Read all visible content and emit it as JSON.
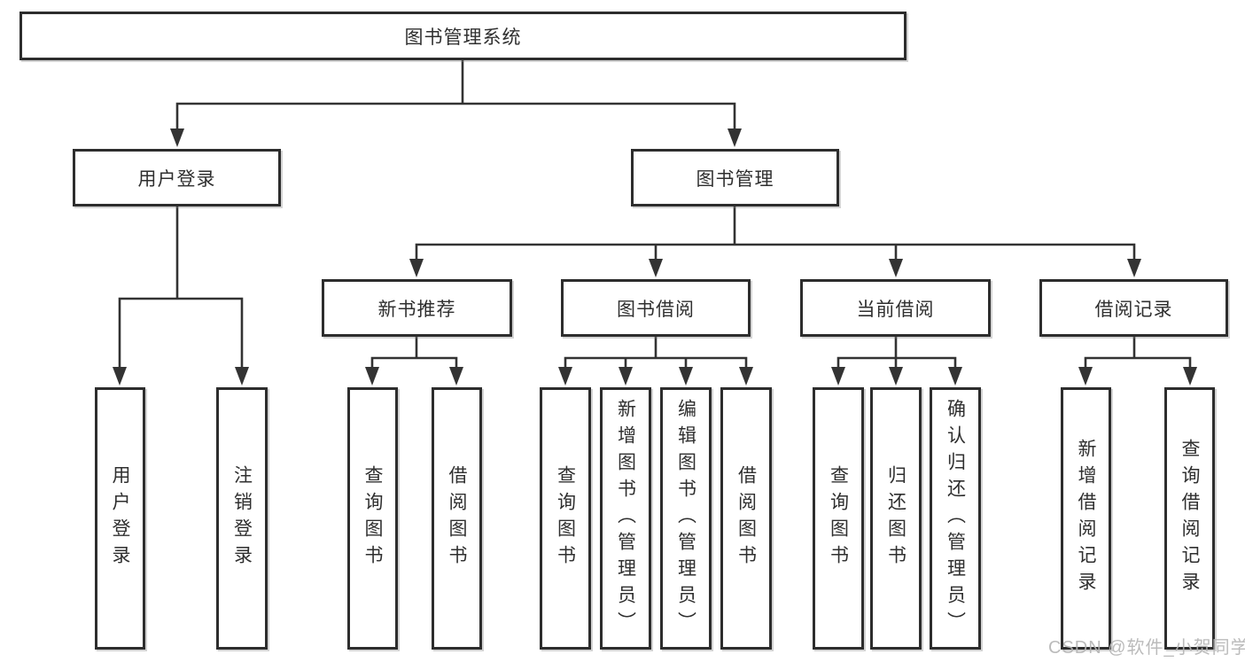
{
  "tree": {
    "root": {
      "label": "图书管理系统"
    },
    "level2": [
      {
        "label": "用户登录"
      },
      {
        "label": "图书管理"
      }
    ],
    "level3": [
      {
        "label": "新书推荐"
      },
      {
        "label": "图书借阅"
      },
      {
        "label": "当前借阅"
      },
      {
        "label": "借阅记录"
      }
    ],
    "leaves": {
      "userLogin": [
        {
          "label": "用户登录"
        },
        {
          "label": "注销登录"
        }
      ],
      "newBookRecommend": [
        {
          "label": "查询图书"
        },
        {
          "label": "借阅图书"
        }
      ],
      "bookBorrow": [
        {
          "label": "查询图书"
        },
        {
          "label": "新增图书（管理员）"
        },
        {
          "label": "编辑图书（管理员）"
        },
        {
          "label": "借阅图书"
        }
      ],
      "currentBorrow": [
        {
          "label": "查询图书"
        },
        {
          "label": "归还图书"
        },
        {
          "label": "确认归还（管理员）"
        }
      ],
      "borrowRecords": [
        {
          "label": "新增借阅记录"
        },
        {
          "label": "查询借阅记录"
        }
      ]
    }
  },
  "watermark": {
    "text": "CSDN @软件_小贺同学"
  },
  "colors": {
    "line": "#333333",
    "border": "#2d2d2d",
    "fill": "#ffffff",
    "text": "#2f2f2f",
    "watermark": "#b4b4b4",
    "background": "#ffffff"
  }
}
